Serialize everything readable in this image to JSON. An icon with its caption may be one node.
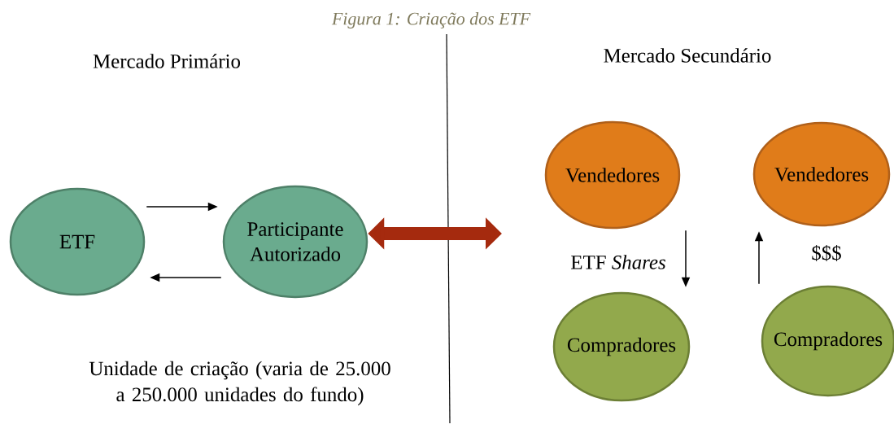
{
  "diagram": {
    "title": "Figura 1: Criação dos ETF",
    "nodes": [
      {
        "text": [
          "ETF"
        ]
      },
      {
        "text": [
          "Participante Autorizado"
        ]
      },
      {
        "text": [
          "Vendedores"
        ]
      },
      {
        "text": [
          "Vendedores"
        ]
      },
      {
        "text": [
          "Compradores"
        ]
      },
      {
        "text": [
          "Compradores"
        ]
      }
    ],
    "edges": [
      {
        "from": 0,
        "to": 1,
        "arrow": "to"
      },
      {
        "from": 1,
        "to": 0,
        "arrow": "to"
      },
      {
        "from": 1,
        "to": null,
        "arrow": "both",
        "style": "thick",
        "color": "#a52a0e"
      },
      {
        "from": 2,
        "to": 4,
        "arrow": "to",
        "label": "ETF *Shares*"
      },
      {
        "from": 5,
        "to": 3,
        "arrow": "to",
        "label": "$$$"
      }
    ],
    "labels": [
      "Mercado Primário",
      "Mercado Secundário",
      "Unidade de criação (varia de 25.000 a 250.000 unidades do fundo)"
    ]
  }
}
